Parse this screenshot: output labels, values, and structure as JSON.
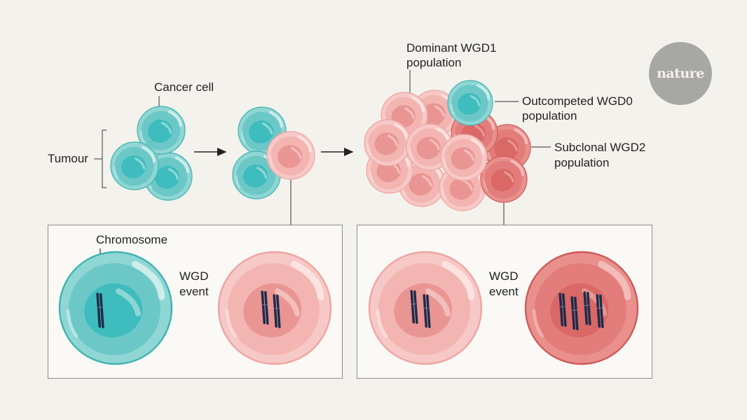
{
  "labels": {
    "cancer_cell": "Cancer cell",
    "tumour": "Tumour",
    "dominant_line1": "Dominant WGD1",
    "dominant_line2": "population",
    "outcompeted_line1": "Outcompeted WGD0",
    "outcompeted_line2": "population",
    "subclonal_line1": "Subclonal WGD2",
    "subclonal_line2": "population",
    "chromosome": "Chromosome",
    "wgd_event_1_line1": "WGD",
    "wgd_event_1_line2": "event",
    "wgd_event_2_line1": "WGD",
    "wgd_event_2_line2": "event"
  },
  "logo": {
    "text": "nature"
  },
  "colors": {
    "background": "#f4f2ec",
    "teal_cell": "#6fcaca",
    "pink_cell": "#f4b6b4",
    "red_cell": "#e07c7a",
    "chromosome": "#1d2c4c"
  }
}
